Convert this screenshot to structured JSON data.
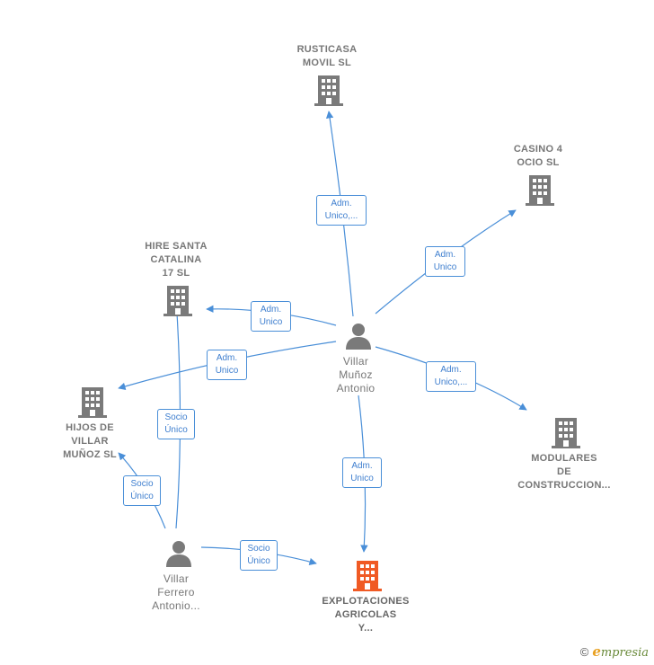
{
  "colors": {
    "edge": "#4a8fd8",
    "company_icon": "#7a7a7a",
    "main_company_icon": "#f05a24",
    "person_icon": "#7a7a7a"
  },
  "nodes": {
    "rusticasa": {
      "label": "RUSTICASA\nMOVIL  SL",
      "icon": "building-icon"
    },
    "casino": {
      "label": "CASINO 4\nOCIO  SL",
      "icon": "building-icon"
    },
    "hire": {
      "label": "HIRE SANTA\nCATALINA\n17  SL",
      "icon": "building-icon"
    },
    "hijos": {
      "label": "HIJOS DE\nVILLAR\nMUÑOZ  SL",
      "icon": "building-icon"
    },
    "modulares": {
      "label": "MODULARES\nDE\nCONSTRUCCION...",
      "icon": "building-icon"
    },
    "explotaciones": {
      "label": "EXPLOTACIONES\nAGRICOLAS\nY...",
      "icon": "building-icon"
    },
    "villar_munoz": {
      "label": "Villar\nMuñoz\nAntonio",
      "icon": "person-icon"
    },
    "villar_ferrero": {
      "label": "Villar\nFerrero\nAntonio...",
      "icon": "person-icon"
    }
  },
  "edges": [
    {
      "id": "e1",
      "from": "villar_munoz",
      "to": "rusticasa",
      "label": "Adm.\nUnico,..."
    },
    {
      "id": "e2",
      "from": "villar_munoz",
      "to": "casino",
      "label": "Adm.\nUnico"
    },
    {
      "id": "e3",
      "from": "villar_munoz",
      "to": "hire",
      "label": "Adm.\nUnico"
    },
    {
      "id": "e4",
      "from": "villar_munoz",
      "to": "hijos",
      "label": "Adm.\nUnico"
    },
    {
      "id": "e5",
      "from": "villar_munoz",
      "to": "modulares",
      "label": "Adm.\nUnico,..."
    },
    {
      "id": "e6",
      "from": "villar_munoz",
      "to": "explotaciones",
      "label": "Adm.\nUnico"
    },
    {
      "id": "e7",
      "from": "villar_ferrero",
      "to": "hire",
      "label": "Socio\nÚnico"
    },
    {
      "id": "e8",
      "from": "villar_ferrero",
      "to": "hijos",
      "label": "Socio\nÚnico"
    },
    {
      "id": "e9",
      "from": "villar_ferrero",
      "to": "explotaciones",
      "label": "Socio\nÚnico"
    }
  ],
  "footer": {
    "copyright": "©",
    "brand_initial": "e",
    "brand_rest": "mpresia"
  }
}
